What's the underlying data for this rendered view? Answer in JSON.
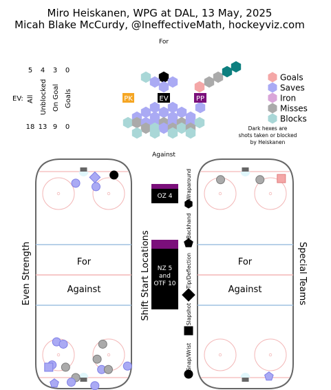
{
  "header": {
    "title_line1": "Miro Heiskanen, WPG at DAL, 13 May, 2025",
    "title_line2": "Micah Blake McCurdy, @IneffectiveMath, hockeyviz.com"
  },
  "summary": {
    "row_label": "EV:",
    "column_headers": [
      "All",
      "Unblocked",
      "On Goal",
      "Goals"
    ],
    "for_values": [
      5,
      4,
      3,
      0
    ],
    "against_values": [
      18,
      13,
      9,
      0
    ]
  },
  "hex_panel": {
    "for_label": "For",
    "against_label": "Against",
    "state_labels": [
      "PK",
      "EV",
      "PP"
    ],
    "state_colors": {
      "PK": "#f5a623",
      "EV": "#000000",
      "PP": "#7b0f7b"
    },
    "note_lines": [
      "Dark hexes are",
      "shots taken or blocked",
      "by Heiskanen"
    ]
  },
  "legend": {
    "items": [
      {
        "label": "Goals",
        "color": "#f4a7a7"
      },
      {
        "label": "Saves",
        "color": "#aaaaf4"
      },
      {
        "label": "Iron",
        "color": "#d9a6d9"
      },
      {
        "label": "Misses",
        "color": "#aaaaaa"
      },
      {
        "label": "Blocks",
        "color": "#a9d7d7"
      }
    ]
  },
  "rinks": {
    "left_title": "Even Strength",
    "right_title": "Special Teams",
    "for_label": "For",
    "against_label": "Against",
    "center_title": "Shift Start Locations",
    "oz_label": "OZ 4",
    "nz_lines": [
      "NZ 5",
      "and",
      "OTF 10"
    ]
  },
  "shot_types": {
    "labels": [
      "Wraparound",
      "Backhand",
      "Tip/Deflection",
      "Slapshot",
      "Snap/Wrist"
    ],
    "shapes": [
      "hexagon",
      "pentagon",
      "diamond",
      "square",
      "circle"
    ]
  },
  "chart_data": {
    "type": "scatter",
    "title": "Miro Heiskanen, WPG at DAL, 13 May, 2025",
    "subtitle": "Micah Blake McCurdy, @IneffectiveMath, hockeyviz.com",
    "coordinate_note": "x: feet across ice (-42.5 to 42.5); y: feet from centre ice toward the attacked net (0 to 100); for shots attack the top net, against shots the bottom net",
    "shift_starts": {
      "OZ": 4,
      "NZ": 5,
      "OTF": 10
    },
    "summary_ev": {
      "for": {
        "all": 5,
        "unblocked": 4,
        "on_goal": 3,
        "goals": 0
      },
      "against": {
        "all": 18,
        "unblocked": 13,
        "on_goal": 9,
        "goals": 0
      }
    },
    "series": [
      {
        "name": "Even Strength",
        "points": [
          {
            "dir": "for",
            "x": 27,
            "y": 86,
            "result": "heiskanen",
            "shape": "circle"
          },
          {
            "dir": "for",
            "x": -7,
            "y": 79,
            "result": "save",
            "shape": "circle"
          },
          {
            "dir": "for",
            "x": 11,
            "y": 76,
            "result": "save",
            "shape": "circle"
          },
          {
            "dir": "for",
            "x": 10,
            "y": 84,
            "result": "save",
            "shape": "diamond"
          },
          {
            "dir": "against",
            "x": -24,
            "y": 58,
            "result": "save",
            "shape": "circle"
          },
          {
            "dir": "against",
            "x": -18,
            "y": 60,
            "result": "save",
            "shape": "circle"
          },
          {
            "dir": "against",
            "x": 17,
            "y": 60,
            "result": "miss",
            "shape": "circle"
          },
          {
            "dir": "against",
            "x": 12,
            "y": 73,
            "result": "miss",
            "shape": "circle"
          },
          {
            "dir": "against",
            "x": -28,
            "y": 78,
            "result": "save",
            "shape": "circle"
          },
          {
            "dir": "against",
            "x": -31,
            "y": 80,
            "result": "save",
            "shape": "square"
          },
          {
            "dir": "against",
            "x": -16,
            "y": 80,
            "result": "miss",
            "shape": "circle"
          },
          {
            "dir": "against",
            "x": 16,
            "y": 82,
            "result": "save",
            "shape": "circle"
          },
          {
            "dir": "against",
            "x": 39,
            "y": 79,
            "result": "save",
            "shape": "circle"
          },
          {
            "dir": "against",
            "x": 22,
            "y": 82,
            "result": "miss",
            "shape": "circle"
          },
          {
            "dir": "against",
            "x": -7,
            "y": 89,
            "result": "miss",
            "shape": "circle"
          },
          {
            "dir": "against",
            "x": -11,
            "y": 93,
            "result": "save",
            "shape": "circle"
          },
          {
            "dir": "against",
            "x": -26,
            "y": 94,
            "result": "save",
            "shape": "pentagon"
          },
          {
            "dir": "against",
            "x": 10,
            "y": 96,
            "result": "save",
            "shape": "circle"
          }
        ]
      },
      {
        "name": "Special Teams",
        "points": [
          {
            "dir": "for",
            "x": -22,
            "y": 82,
            "result": "miss",
            "shape": "circle"
          },
          {
            "dir": "for",
            "x": 13,
            "y": 82,
            "result": "miss",
            "shape": "circle"
          },
          {
            "dir": "for",
            "x": 32,
            "y": 83,
            "result": "goal",
            "shape": "square"
          },
          {
            "dir": "against",
            "x": 21,
            "y": 88,
            "result": "save",
            "shape": "pentagon"
          }
        ]
      }
    ]
  }
}
